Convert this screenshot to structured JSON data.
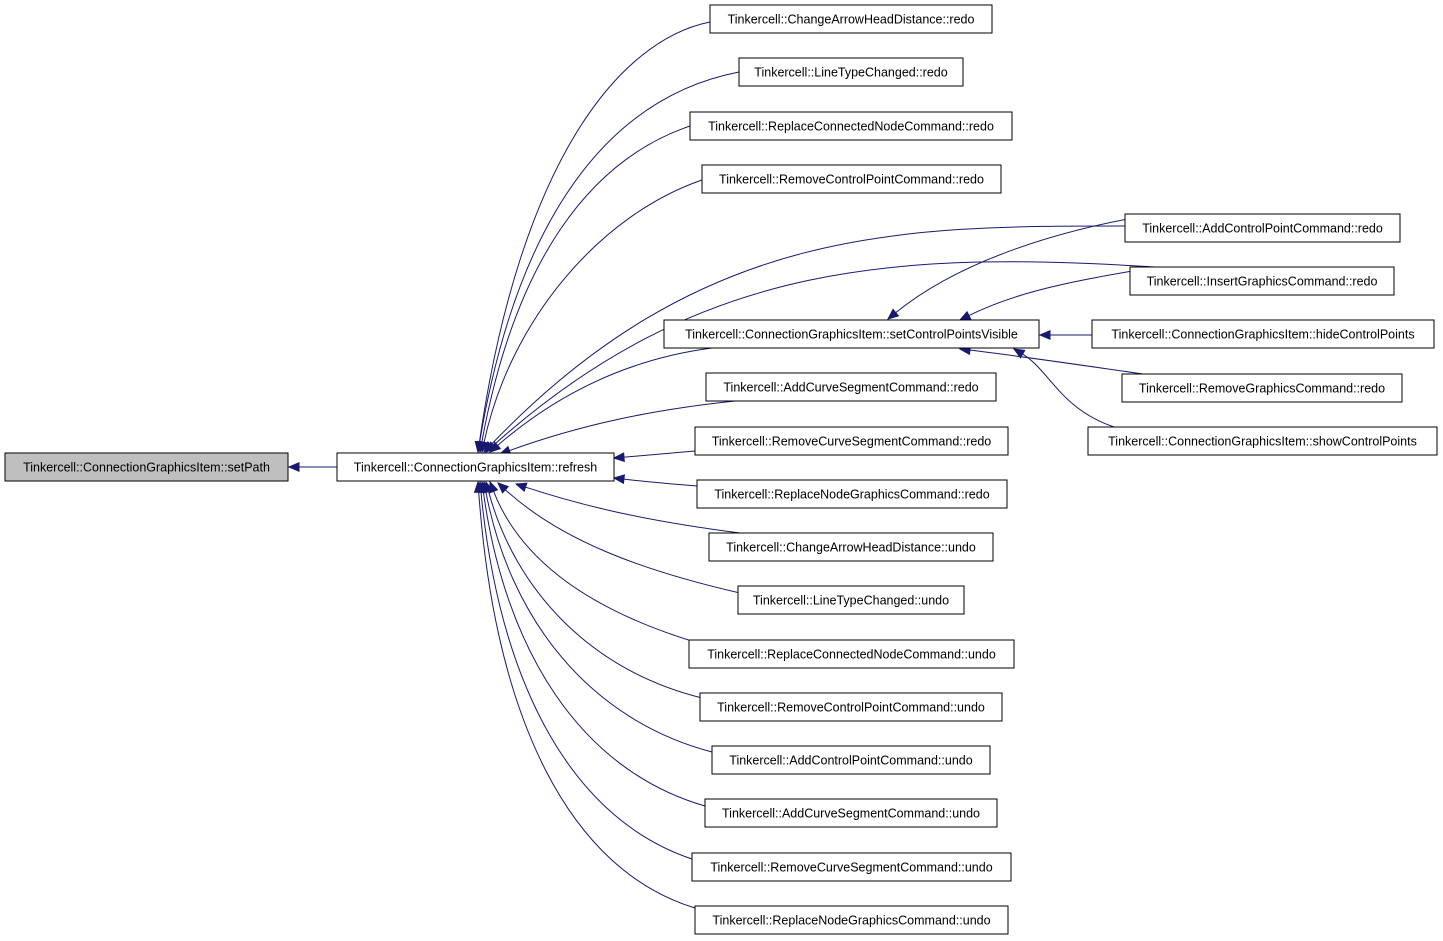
{
  "graph": {
    "nodes": [
      {
        "id": "setPath",
        "label": "Tinkercell::ConnectionGraphicsItem::setPath",
        "root": true
      },
      {
        "id": "refresh",
        "label": "Tinkercell::ConnectionGraphicsItem::refresh"
      },
      {
        "id": "setCPV",
        "label": "Tinkercell::ConnectionGraphicsItem::setControlPointsVisible"
      },
      {
        "id": "cahd_redo",
        "label": "Tinkercell::ChangeArrowHeadDistance::redo"
      },
      {
        "id": "ltc_redo",
        "label": "Tinkercell::LineTypeChanged::redo"
      },
      {
        "id": "rcn_redo",
        "label": "Tinkercell::ReplaceConnectedNodeCommand::redo"
      },
      {
        "id": "rcp_redo",
        "label": "Tinkercell::RemoveControlPointCommand::redo"
      },
      {
        "id": "acp_redo",
        "label": "Tinkercell::AddControlPointCommand::redo"
      },
      {
        "id": "igc_redo",
        "label": "Tinkercell::InsertGraphicsCommand::redo"
      },
      {
        "id": "hide_cp",
        "label": "Tinkercell::ConnectionGraphicsItem::hideControlPoints"
      },
      {
        "id": "rgc_redo",
        "label": "Tinkercell::RemoveGraphicsCommand::redo"
      },
      {
        "id": "show_cp",
        "label": "Tinkercell::ConnectionGraphicsItem::showControlPoints"
      },
      {
        "id": "acs_redo",
        "label": "Tinkercell::AddCurveSegmentCommand::redo"
      },
      {
        "id": "rcs_redo",
        "label": "Tinkercell::RemoveCurveSegmentCommand::redo"
      },
      {
        "id": "rng_redo",
        "label": "Tinkercell::ReplaceNodeGraphicsCommand::redo"
      },
      {
        "id": "cahd_undo",
        "label": "Tinkercell::ChangeArrowHeadDistance::undo"
      },
      {
        "id": "ltc_undo",
        "label": "Tinkercell::LineTypeChanged::undo"
      },
      {
        "id": "rcn_undo",
        "label": "Tinkercell::ReplaceConnectedNodeCommand::undo"
      },
      {
        "id": "rcp_undo",
        "label": "Tinkercell::RemoveControlPointCommand::undo"
      },
      {
        "id": "acp_undo",
        "label": "Tinkercell::AddControlPointCommand::undo"
      },
      {
        "id": "acs_undo",
        "label": "Tinkercell::AddCurveSegmentCommand::undo"
      },
      {
        "id": "rcs_undo",
        "label": "Tinkercell::RemoveCurveSegmentCommand::undo"
      },
      {
        "id": "rng_undo",
        "label": "Tinkercell::ReplaceNodeGraphicsCommand::undo"
      }
    ],
    "edges": [
      {
        "from": "refresh",
        "to": "setPath"
      },
      {
        "from": "cahd_redo",
        "to": "refresh"
      },
      {
        "from": "ltc_redo",
        "to": "refresh"
      },
      {
        "from": "rcn_redo",
        "to": "refresh"
      },
      {
        "from": "rcp_redo",
        "to": "refresh"
      },
      {
        "from": "acp_redo",
        "to": "refresh"
      },
      {
        "from": "igc_redo",
        "to": "refresh"
      },
      {
        "from": "setCPV",
        "to": "refresh"
      },
      {
        "from": "acs_redo",
        "to": "refresh"
      },
      {
        "from": "rcs_redo",
        "to": "refresh"
      },
      {
        "from": "rng_redo",
        "to": "refresh"
      },
      {
        "from": "cahd_undo",
        "to": "refresh"
      },
      {
        "from": "ltc_undo",
        "to": "refresh"
      },
      {
        "from": "rcn_undo",
        "to": "refresh"
      },
      {
        "from": "rcp_undo",
        "to": "refresh"
      },
      {
        "from": "acp_undo",
        "to": "refresh"
      },
      {
        "from": "acs_undo",
        "to": "refresh"
      },
      {
        "from": "rcs_undo",
        "to": "refresh"
      },
      {
        "from": "rng_undo",
        "to": "refresh"
      },
      {
        "from": "acp_redo",
        "to": "setCPV"
      },
      {
        "from": "igc_redo",
        "to": "setCPV"
      },
      {
        "from": "hide_cp",
        "to": "setCPV"
      },
      {
        "from": "rgc_redo",
        "to": "setCPV"
      },
      {
        "from": "show_cp",
        "to": "setCPV"
      }
    ]
  },
  "colors": {
    "edge": "#191970",
    "root_fill": "#bfbfbf",
    "node_fill": "#ffffff",
    "node_border": "#000000"
  }
}
